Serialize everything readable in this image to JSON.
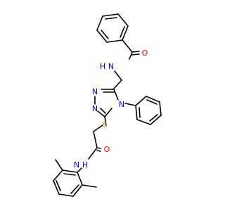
{
  "molecule": {
    "atoms": {
      "benzoyl_oxygen": "O",
      "amide_nitrogen_top": "N",
      "amide_nitrogen_top_h": "H",
      "triazole_n1": "N",
      "triazole_n2": "N",
      "triazole_n4": "N",
      "sulfur": "S",
      "acetamide_oxygen": "O",
      "amide_nitrogen_bottom": "N",
      "amide_nitrogen_bottom_h": "H"
    },
    "colors": {
      "bond": "#000000",
      "nitrogen": "#0000ff",
      "oxygen": "#ff0000",
      "sulfur": "#b3a000",
      "background": "#ffffff"
    }
  }
}
